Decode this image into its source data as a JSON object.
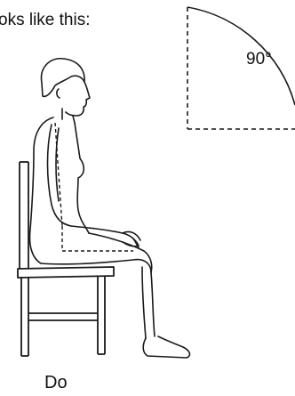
{
  "header_text": "oks like this:",
  "angle_label": "90°",
  "caption": "Do",
  "colors": {
    "ink": "#1a1a1a",
    "background": "#ffffff"
  }
}
